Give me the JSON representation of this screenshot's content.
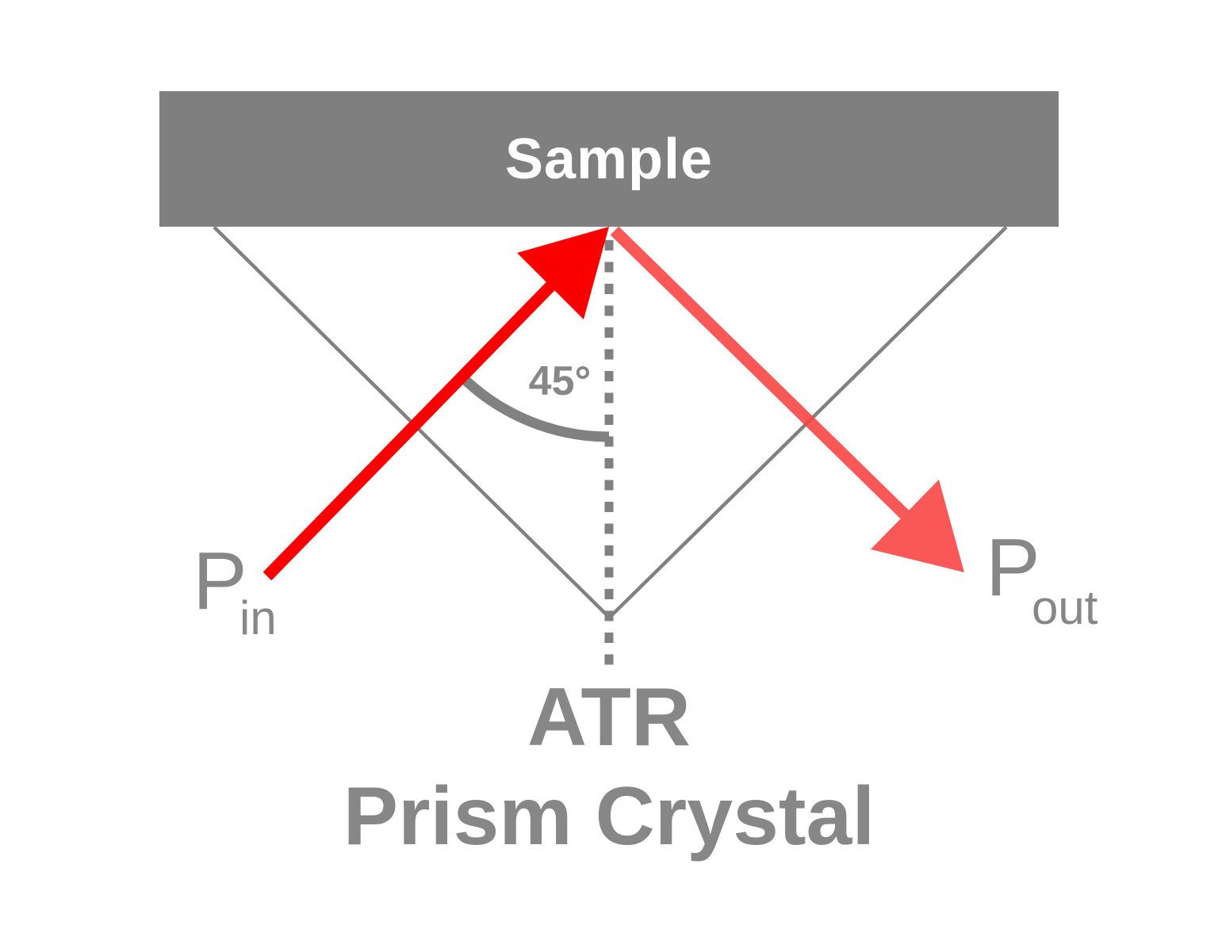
{
  "figure": {
    "type": "schematic-diagram",
    "subject": "ATR prism crystal with sample, incident and exit beams",
    "angle_degrees": 45
  },
  "labels": {
    "sample": "Sample",
    "angle": "45°",
    "beam_in_main": "P",
    "beam_in_sub": "in",
    "beam_out_main": "P",
    "beam_out_sub": "out",
    "crystal_line1": "ATR",
    "crystal_line2": "Prism Crystal"
  },
  "colors": {
    "sample_fill": "#7f7f7f",
    "sample_text": "#ffffff",
    "line_gray": "#818181",
    "text_gray": "#878787",
    "incident_beam_red": "#fb0000",
    "exit_beam_red": "#f94240"
  }
}
